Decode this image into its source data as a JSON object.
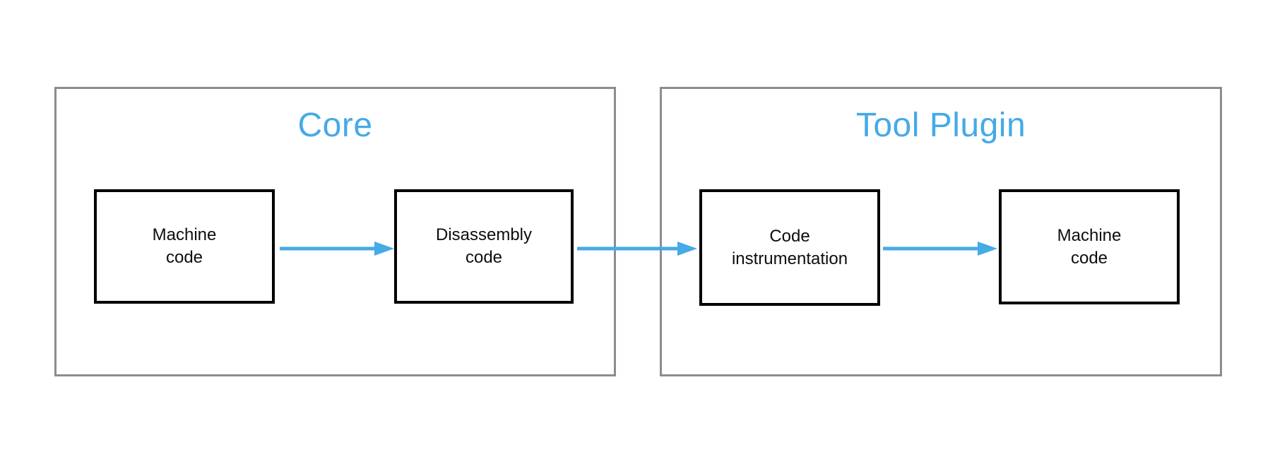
{
  "diagram": {
    "title": "",
    "accent_color": "#45aae6",
    "box_border_color": "#000000",
    "panel_border_color": "#8b8c8e",
    "background_color": "#ffffff",
    "panels": [
      {
        "id": "core",
        "title": "Core"
      },
      {
        "id": "plugin",
        "title": "Tool Plugin"
      }
    ],
    "nodes": [
      {
        "id": "machine-code-1",
        "label": "Machine\ncode",
        "panel": "core"
      },
      {
        "id": "disassembly",
        "label": "Disassembly\ncode",
        "panel": "core"
      },
      {
        "id": "instrument",
        "label": "Code\ninstrumentation",
        "panel": "plugin"
      },
      {
        "id": "machine-code-2",
        "label": "Machine\ncode",
        "panel": "plugin"
      }
    ],
    "edges": [
      {
        "id": "edge-1",
        "from": "machine-code-1",
        "to": "disassembly",
        "label": "",
        "color": "#45aae6"
      },
      {
        "id": "edge-2",
        "from": "disassembly",
        "to": "instrument",
        "label": "",
        "color": "#45aae6"
      },
      {
        "id": "edge-3",
        "from": "instrument",
        "to": "machine-code-2",
        "label": "",
        "color": "#45aae6"
      }
    ]
  }
}
